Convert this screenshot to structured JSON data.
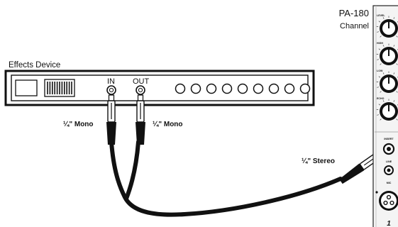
{
  "effects_device": {
    "label": "Effects Device",
    "in_label": "IN",
    "out_label": "OUT",
    "knob_count": 9
  },
  "channel": {
    "title_line1": "PA-180",
    "title_line2": "Channel",
    "knob_labels": [
      "LEVEL",
      "HIGH",
      "LOW",
      "ECHO"
    ],
    "insert_label": "INSERT",
    "line_label": "LINE",
    "mic_label": "MIC",
    "channel_number": "1"
  },
  "cables": {
    "left_plug_label": "¼\" Mono",
    "right_plug_label": "¼\" Mono",
    "stereo_plug_label": "¼\" Stereo"
  }
}
